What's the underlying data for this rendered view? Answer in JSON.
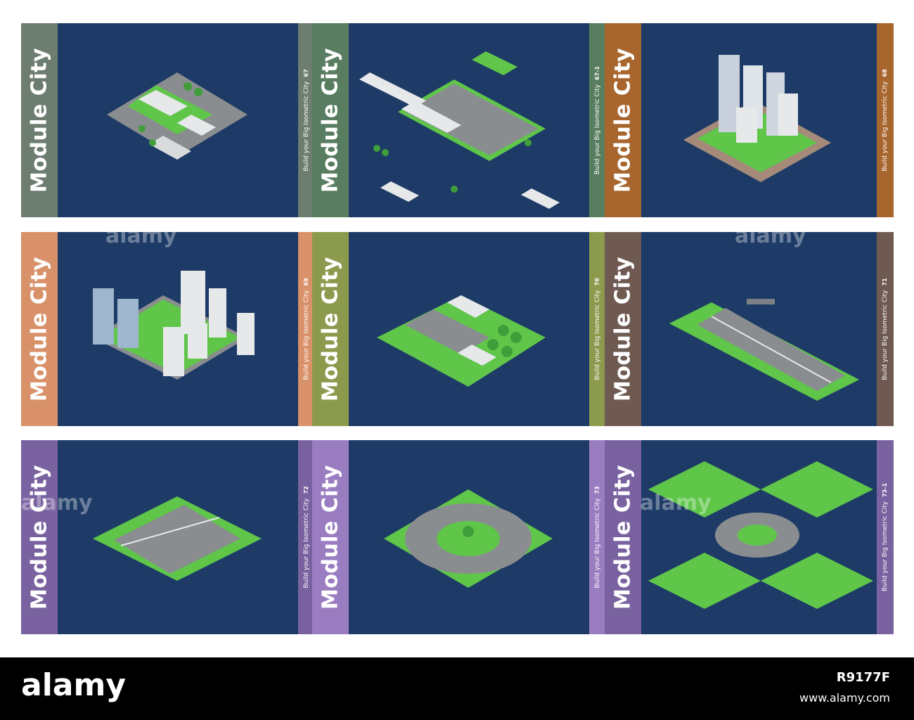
{
  "cards": [
    {
      "title": "Module City",
      "subtitle": "Build your Big Isometric City",
      "number": "67",
      "color": "#6d7d70",
      "scene": "block-market"
    },
    {
      "title": "Module City",
      "subtitle": "Build your Big Isometric City",
      "number": "67-1",
      "color": "#597d60",
      "scene": "market-parts"
    },
    {
      "title": "Module City",
      "subtitle": "Build your Big Isometric City",
      "number": "68",
      "color": "#a8662e",
      "scene": "towers"
    },
    {
      "title": "Module City",
      "subtitle": "Build your Big Isometric City",
      "number": "69",
      "color": "#d9916a",
      "scene": "downtown"
    },
    {
      "title": "Module City",
      "subtitle": "Build your Big Isometric City",
      "number": "70",
      "color": "#8c9a4e",
      "scene": "park-block"
    },
    {
      "title": "Module City",
      "subtitle": "Build your Big Isometric City",
      "number": "71",
      "color": "#6f5a52",
      "scene": "highway"
    },
    {
      "title": "Module City",
      "subtitle": "Build your Big Isometric City",
      "number": "72",
      "color": "#7a62a0",
      "scene": "highway"
    },
    {
      "title": "Module City",
      "subtitle": "Build your Big Isometric City",
      "number": "73",
      "color": "#9a7cc0",
      "scene": "roundabout"
    },
    {
      "title": "Module City",
      "subtitle": "Build your Big Isometric City",
      "number": "73-1",
      "color": "#7a62a0",
      "scene": "combo"
    }
  ],
  "watermark": "alamy",
  "footer": {
    "brand": "alamy",
    "image_id": "R9177F",
    "site": "www.alamy.com"
  },
  "colors": {
    "card_bg": "#1d3b66",
    "grass": "#5fc64a",
    "road": "#8a8d90",
    "building": "#e6e8ea"
  }
}
